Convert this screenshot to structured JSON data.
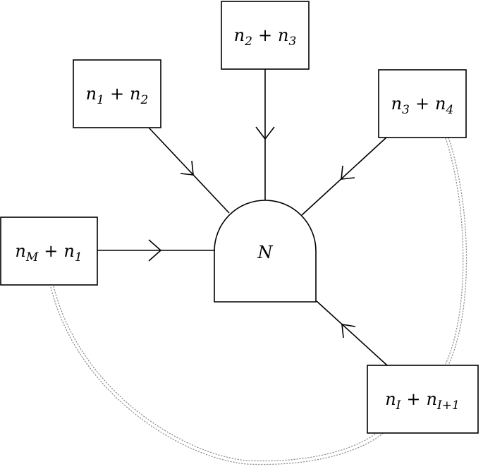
{
  "center_node": {
    "label": "N"
  },
  "boxes": [
    {
      "id": "box-top",
      "var1": "n",
      "sub1": "2",
      "op": "+",
      "var2": "n",
      "sub2": "3"
    },
    {
      "id": "box-upper-left",
      "var1": "n",
      "sub1": "1",
      "op": "+",
      "var2": "n",
      "sub2": "2"
    },
    {
      "id": "box-upper-right",
      "var1": "n",
      "sub1": "3",
      "op": "+",
      "var2": "n",
      "sub2": "4"
    },
    {
      "id": "box-left",
      "var1": "n",
      "sub1": "M",
      "op": "+",
      "var2": "n",
      "sub2": "1"
    },
    {
      "id": "box-lower-right",
      "var1": "n",
      "sub1": "I",
      "op": "+",
      "var2": "n",
      "sub2": "I+1"
    }
  ]
}
